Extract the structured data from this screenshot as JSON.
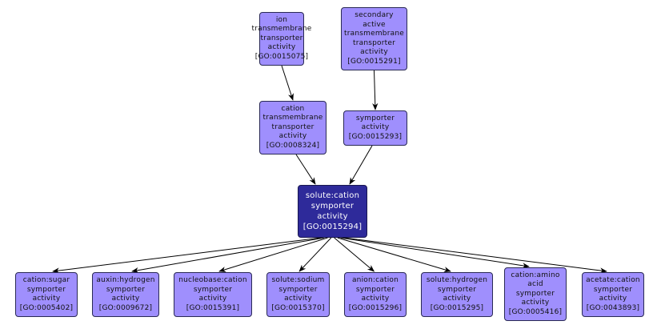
{
  "diagram": {
    "type": "GO term hierarchy",
    "nodes": [
      {
        "id": "GO:0015075",
        "lines": [
          "ion",
          "transmembrane",
          "transporter",
          "activity",
          "[GO:0015075]"
        ],
        "role": "ancestor"
      },
      {
        "id": "GO:0015291",
        "lines": [
          "secondary",
          "active",
          "transmembrane",
          "transporter",
          "activity",
          "[GO:0015291]"
        ],
        "role": "ancestor"
      },
      {
        "id": "GO:0008324",
        "lines": [
          "cation",
          "transmembrane",
          "transporter",
          "activity",
          "[GO:0008324]"
        ],
        "role": "parent"
      },
      {
        "id": "GO:0015293",
        "lines": [
          "symporter",
          "activity",
          "[GO:0015293]"
        ],
        "role": "parent"
      },
      {
        "id": "GO:0015294",
        "lines": [
          "solute:cation",
          "symporter",
          "activity",
          "[GO:0015294]"
        ],
        "role": "focus"
      },
      {
        "id": "GO:0005402",
        "lines": [
          "cation:sugar",
          "symporter",
          "activity",
          "[GO:0005402]"
        ],
        "role": "child"
      },
      {
        "id": "GO:0009672",
        "lines": [
          "auxin:hydrogen",
          "symporter",
          "activity",
          "[GO:0009672]"
        ],
        "role": "child"
      },
      {
        "id": "GO:0015391",
        "lines": [
          "nucleobase:cation",
          "symporter",
          "activity",
          "[GO:0015391]"
        ],
        "role": "child"
      },
      {
        "id": "GO:0015370",
        "lines": [
          "solute:sodium",
          "symporter",
          "activity",
          "[GO:0015370]"
        ],
        "role": "child"
      },
      {
        "id": "GO:0015296",
        "lines": [
          "anion:cation",
          "symporter",
          "activity",
          "[GO:0015296]"
        ],
        "role": "child"
      },
      {
        "id": "GO:0015295",
        "lines": [
          "solute:hydrogen",
          "symporter",
          "activity",
          "[GO:0015295]"
        ],
        "role": "child"
      },
      {
        "id": "GO:0005416",
        "lines": [
          "cation:amino",
          "acid",
          "symporter",
          "activity",
          "[GO:0005416]"
        ],
        "role": "child"
      },
      {
        "id": "GO:0043893",
        "lines": [
          "acetate:cation",
          "symporter",
          "activity",
          "[GO:0043893]"
        ],
        "role": "child"
      }
    ],
    "edges": [
      {
        "from": "GO:0015075",
        "to": "GO:0008324"
      },
      {
        "from": "GO:0015291",
        "to": "GO:0015293"
      },
      {
        "from": "GO:0008324",
        "to": "GO:0015294"
      },
      {
        "from": "GO:0015293",
        "to": "GO:0015294"
      },
      {
        "from": "GO:0015294",
        "to": "GO:0005402"
      },
      {
        "from": "GO:0015294",
        "to": "GO:0009672"
      },
      {
        "from": "GO:0015294",
        "to": "GO:0015391"
      },
      {
        "from": "GO:0015294",
        "to": "GO:0015370"
      },
      {
        "from": "GO:0015294",
        "to": "GO:0015296"
      },
      {
        "from": "GO:0015294",
        "to": "GO:0015295"
      },
      {
        "from": "GO:0015294",
        "to": "GO:0005416"
      },
      {
        "from": "GO:0015294",
        "to": "GO:0043893"
      }
    ],
    "colors": {
      "node_fill": "#9f8ffd",
      "focus_fill": "#2e2a9a",
      "edge": "#000000"
    }
  }
}
